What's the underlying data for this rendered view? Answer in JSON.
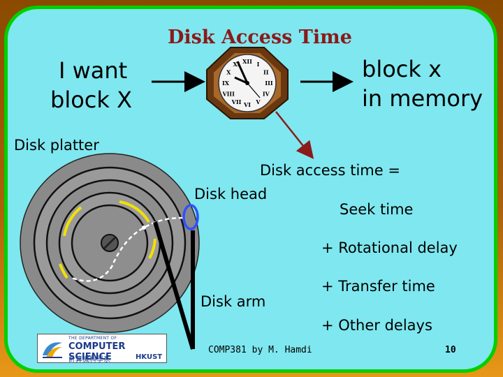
{
  "slide": {
    "title": "Disk Access Time",
    "left_line1": "I want",
    "left_line2": "block X",
    "right_line1": "block x",
    "right_line2": "in memory",
    "label_platter": "Disk platter",
    "label_head": "Disk head",
    "label_arm": "Disk arm",
    "formula_title": "Disk access time =",
    "formula_seek": "Seek time",
    "formula_rotational": "+ Rotational delay",
    "formula_transfer": "+ Transfer time",
    "formula_other": "+ Other delays",
    "footer_author": "COMP381 by M. Hamdi",
    "page_number": "10"
  },
  "clock": {
    "numerals": [
      "XI",
      "XII",
      "I",
      "II",
      "III",
      "IV",
      "V",
      "VI",
      "VII",
      "VIII",
      "IX",
      "X"
    ]
  },
  "logo": {
    "line1": "THE DEPARTMENT OF",
    "line2": "COMPUTER SCIENCE",
    "line3": "計算機科學系",
    "line4": "HKUST"
  },
  "colors": {
    "title": "#8b1a1a",
    "slide_bg": "#7fe7ef",
    "border": "#00d000",
    "arrow_clock": "#8b1a1a",
    "sector": "#f2e000",
    "head_ring": "#3050ff"
  }
}
